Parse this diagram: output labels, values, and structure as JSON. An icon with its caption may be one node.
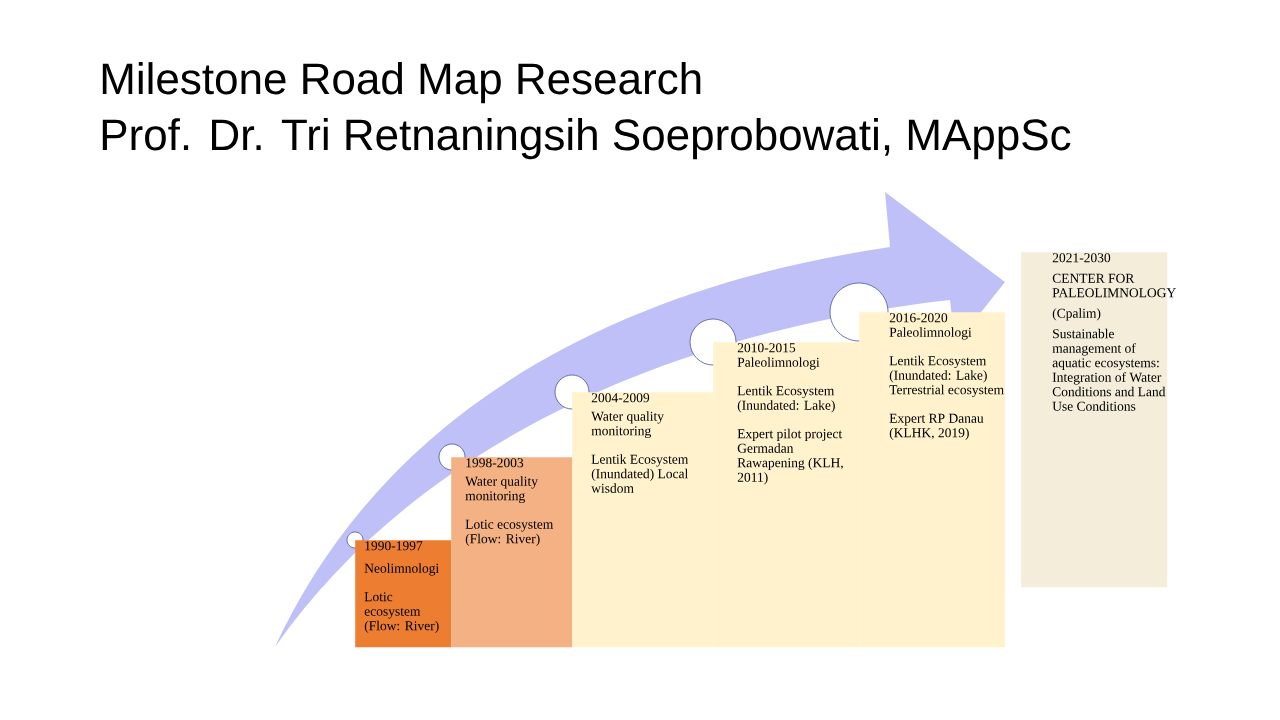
{
  "diagram": {
    "title": "Milestone Road Map Research",
    "nodes": [
      {
        "text": [
          "1990-1997",
          "Neolimnologi",
          "Lotic ecosystem (Flow: River)"
        ]
      },
      {
        "text": [
          "1998-2003",
          "Water quality monitoring",
          "Lotic ecosystem (Flow: River)"
        ]
      },
      {
        "text": [
          "2004-2009",
          "Water quality monitoring",
          "Lentik Ecosystem (Inundated) Local wisdom"
        ]
      },
      {
        "text": [
          "2010-2015",
          "Paleolimnologi",
          "Lentik Ecosystem (Inundated: Lake)",
          "Expert pilot project Germadan Rawapening (KLH, 2011)"
        ]
      },
      {
        "text": [
          "2016-2020",
          "Paleolimnologi",
          "Lentik Ecosystem (Inundated: Lake) Terrestrial ecosystem",
          "Expert RP Danau (KLHK, 2019)"
        ]
      },
      {
        "text": [
          "2021-2030",
          "CENTER FOR PALEOLIMNOLOGY",
          "(Cpalim)",
          "Sustainable management of aquatic ecosystems: Integration of Water Conditions and Land Use Conditions"
        ]
      }
    ],
    "labels": [
      "Prof. Dr. Tri Retnaningsih Soeprobowati, MAppSc"
    ]
  }
}
